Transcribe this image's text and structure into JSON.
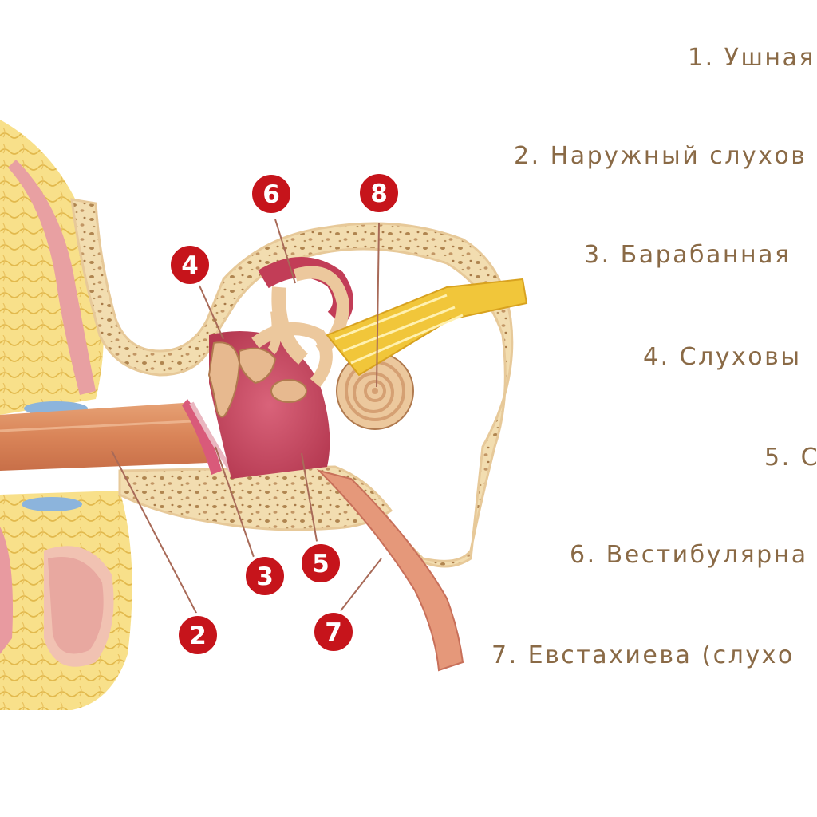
{
  "legend": [
    {
      "text": "1. Ушная"
    },
    {
      "text": "2. Наружный слухов"
    },
    {
      "text": "3. Барабанная"
    },
    {
      "text": "4. Слуховы"
    },
    {
      "text": "5. С"
    },
    {
      "text": "6. Вестибулярна"
    },
    {
      "text": "7. Евстахиева (слухо"
    }
  ],
  "markers": [
    {
      "number": "2"
    },
    {
      "number": "3"
    },
    {
      "number": "4"
    },
    {
      "number": "5"
    },
    {
      "number": "6"
    },
    {
      "number": "7"
    },
    {
      "number": "8"
    }
  ],
  "colors": {
    "legend_text": "#8a6a46",
    "marker_fill": "#c6141b",
    "bone": "#f2ddb0",
    "bone_pores": "#b08550",
    "canal": "#df8f5f",
    "cavity": "#d04860",
    "fat": "#f6d775",
    "nerve": "#f1c63a",
    "skin_pink": "#e8a0a2"
  }
}
